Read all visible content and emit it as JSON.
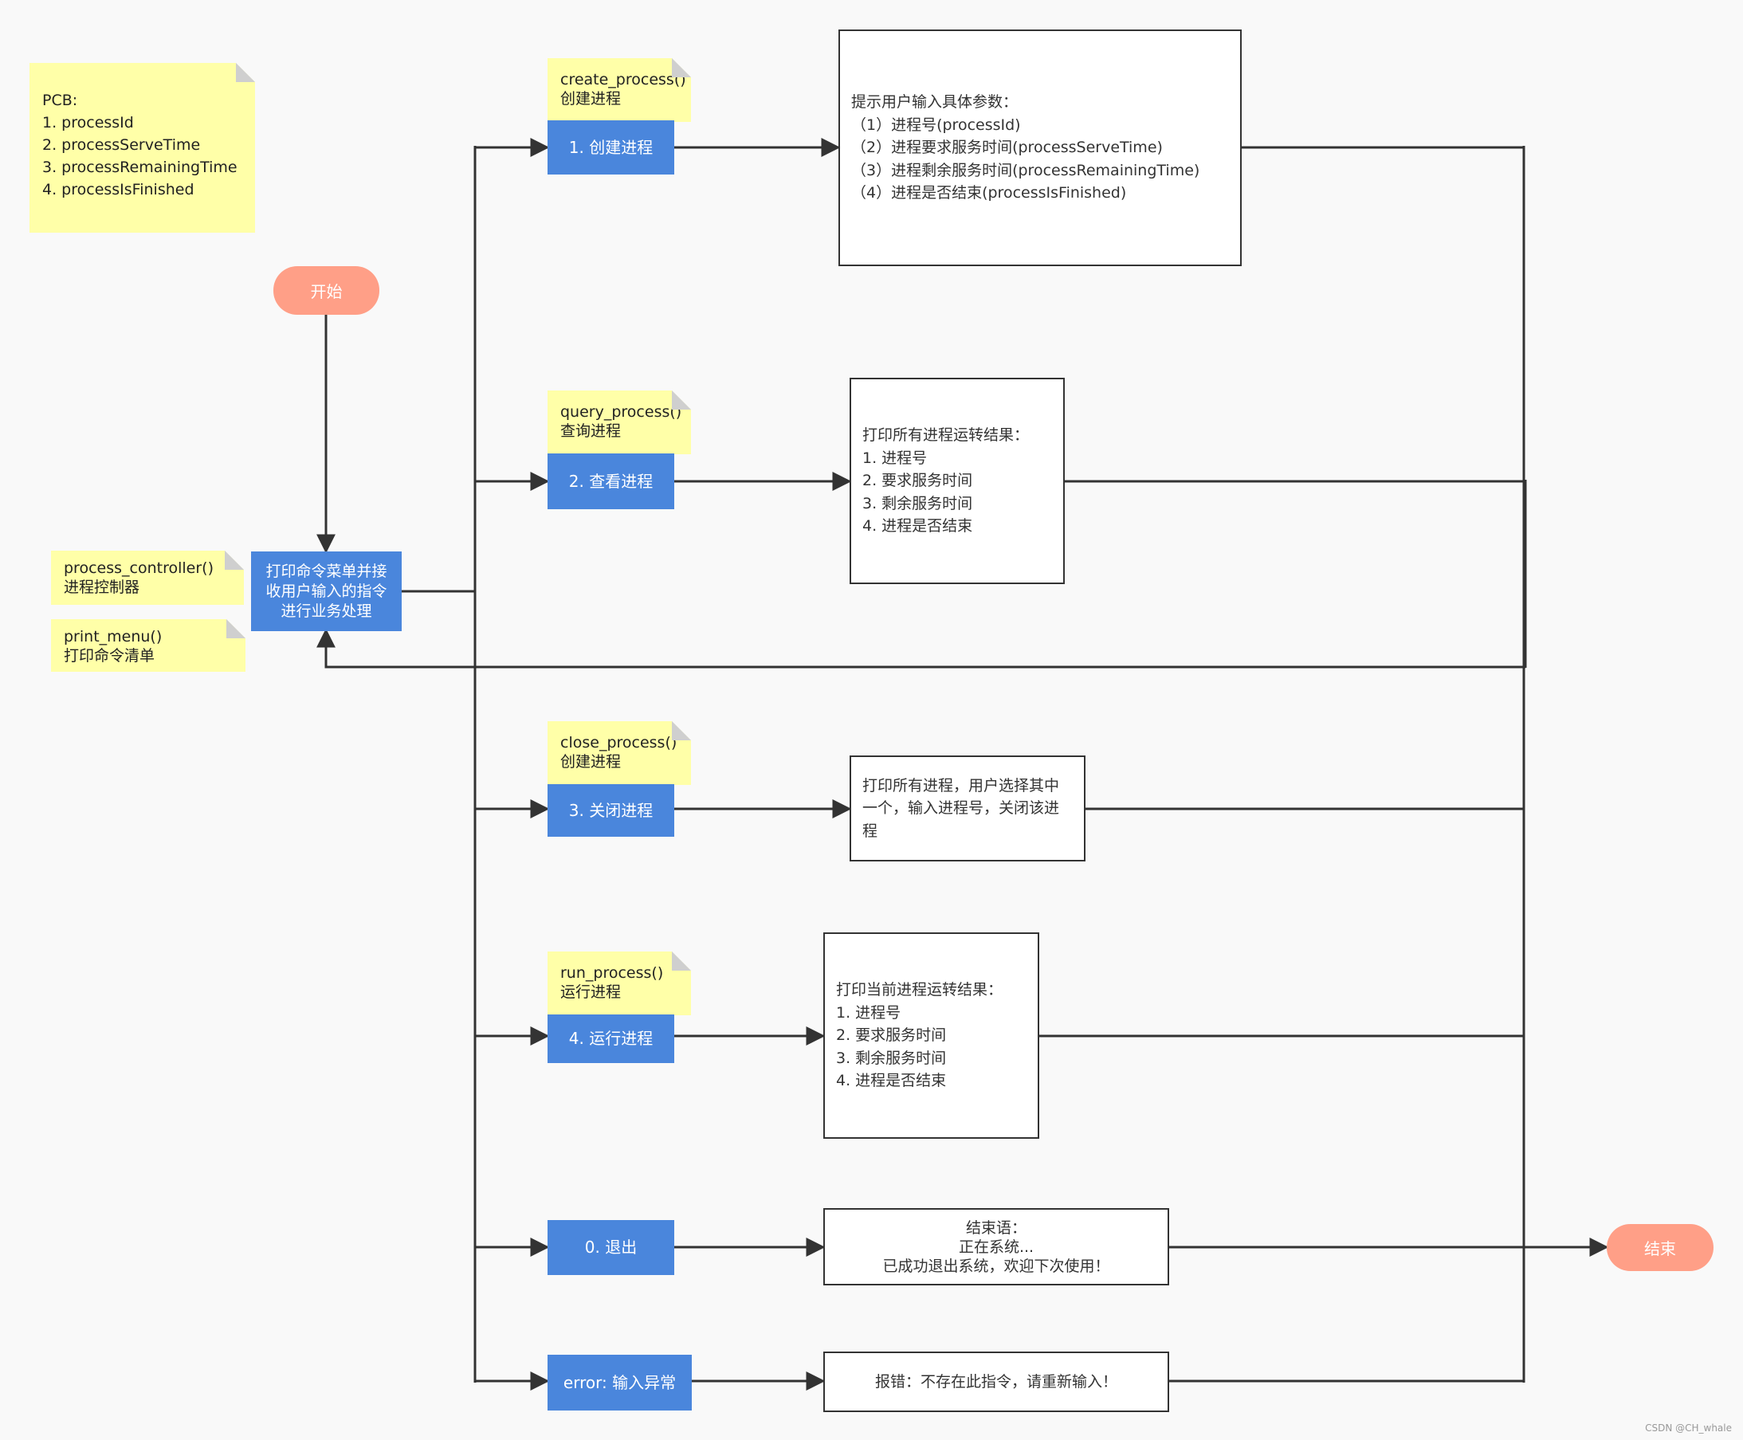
{
  "pcb_note": {
    "title": "PCB:",
    "fields": [
      "1. processId",
      "2. processServeTime",
      "3. processRemainingTime",
      "4. processIsFinished"
    ]
  },
  "start": "开始",
  "end": "结束",
  "controller": {
    "label": "打印命令菜单并接收用户输入的指令进行业务处理",
    "lines": [
      "打印命令菜单并接",
      "收用户输入的指令",
      "进行业务处理"
    ],
    "notes": [
      {
        "func": "process_controller()",
        "desc": "进程控制器"
      },
      {
        "func": "print_menu()",
        "desc": "打印命令清单"
      }
    ]
  },
  "commands": [
    {
      "button": "1. 创建进程",
      "note": {
        "func": "create_process()",
        "desc": "创建进程"
      },
      "result_lines": [
        "提示用户输入具体参数：",
        "（1）进程号(processId)",
        "（2）进程要求服务时间(processServeTime)",
        "（3）进程剩余服务时间(processRemainingTime)",
        "（4）进程是否结束(processIsFinished)"
      ]
    },
    {
      "button": "2. 查看进程",
      "note": {
        "func": "query_process()",
        "desc": "查询进程"
      },
      "result_lines": [
        "打印所有进程运转结果：",
        "1. 进程号",
        "2. 要求服务时间",
        "3. 剩余服务时间",
        "4. 进程是否结束"
      ]
    },
    {
      "button": "3. 关闭进程",
      "note": {
        "func": "close_process()",
        "desc": "创建进程"
      },
      "result_lines": [
        "打印所有进程，用户选择其中",
        "一个，输入进程号，关闭该进",
        "程"
      ]
    },
    {
      "button": "4. 运行进程",
      "note": {
        "func": "run_process()",
        "desc": "运行进程"
      },
      "result_lines": [
        "打印当前进程运转结果：",
        "1. 进程号",
        "2. 要求服务时间",
        "3. 剩余服务时间",
        "4. 进程是否结束"
      ]
    },
    {
      "button": "0. 退出",
      "result_lines": [
        "结束语：",
        "正在系统...",
        "已成功退出系统，欢迎下次使用！"
      ]
    },
    {
      "button": "error: 输入异常",
      "result_lines": [
        "报错：不存在此指令，请重新输入！"
      ]
    }
  ],
  "watermark": "CSDN @CH_whale"
}
